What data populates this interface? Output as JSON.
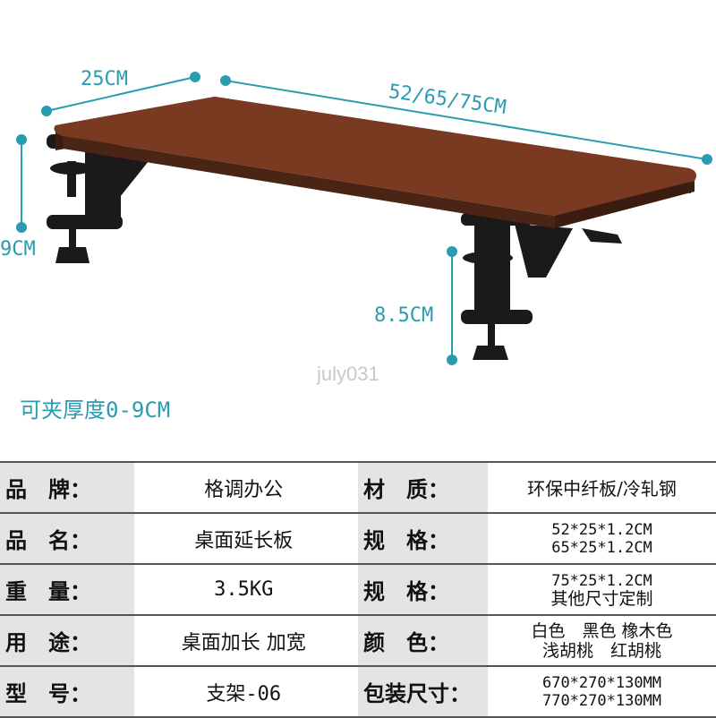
{
  "dimensions": {
    "depth": "25CM",
    "length": "52/65/75CM",
    "clamp_height_left": "9CM",
    "clamp_height_right": "8.5CM",
    "clamp_range": "可夹厚度0-9CM"
  },
  "watermark": "july031",
  "colors": {
    "board": "#7a3a22",
    "dim_line": "#2a9cb2",
    "clamp": "#1a1a1a",
    "header_bg": "#e4e4e4"
  },
  "specs": {
    "rows": [
      {
        "k1": "品　牌：",
        "v1": "格调办公",
        "k2": "材　质：",
        "v2": "环保中纤板/冷轧钢"
      },
      {
        "k1": "品　名：",
        "v1": "桌面延长板",
        "k2": "规　格：",
        "v2a": "52*25*1.2CM",
        "v2b": "65*25*1.2CM"
      },
      {
        "k1": "重　量：",
        "v1": "3.5KG",
        "k2": "规　格：",
        "v2a": "75*25*1.2CM",
        "v2b": "其他尺寸定制"
      },
      {
        "k1": "用　途：",
        "v1": "桌面加长 加宽",
        "k2": "颜　色：",
        "v2a": "白色　黑色 橡木色",
        "v2b": "浅胡桃　红胡桃"
      },
      {
        "k1": "型　号：",
        "v1": "支架-06",
        "k2": "包装尺寸：",
        "v2a": "670*270*130MM",
        "v2b": "770*270*130MM"
      }
    ]
  }
}
